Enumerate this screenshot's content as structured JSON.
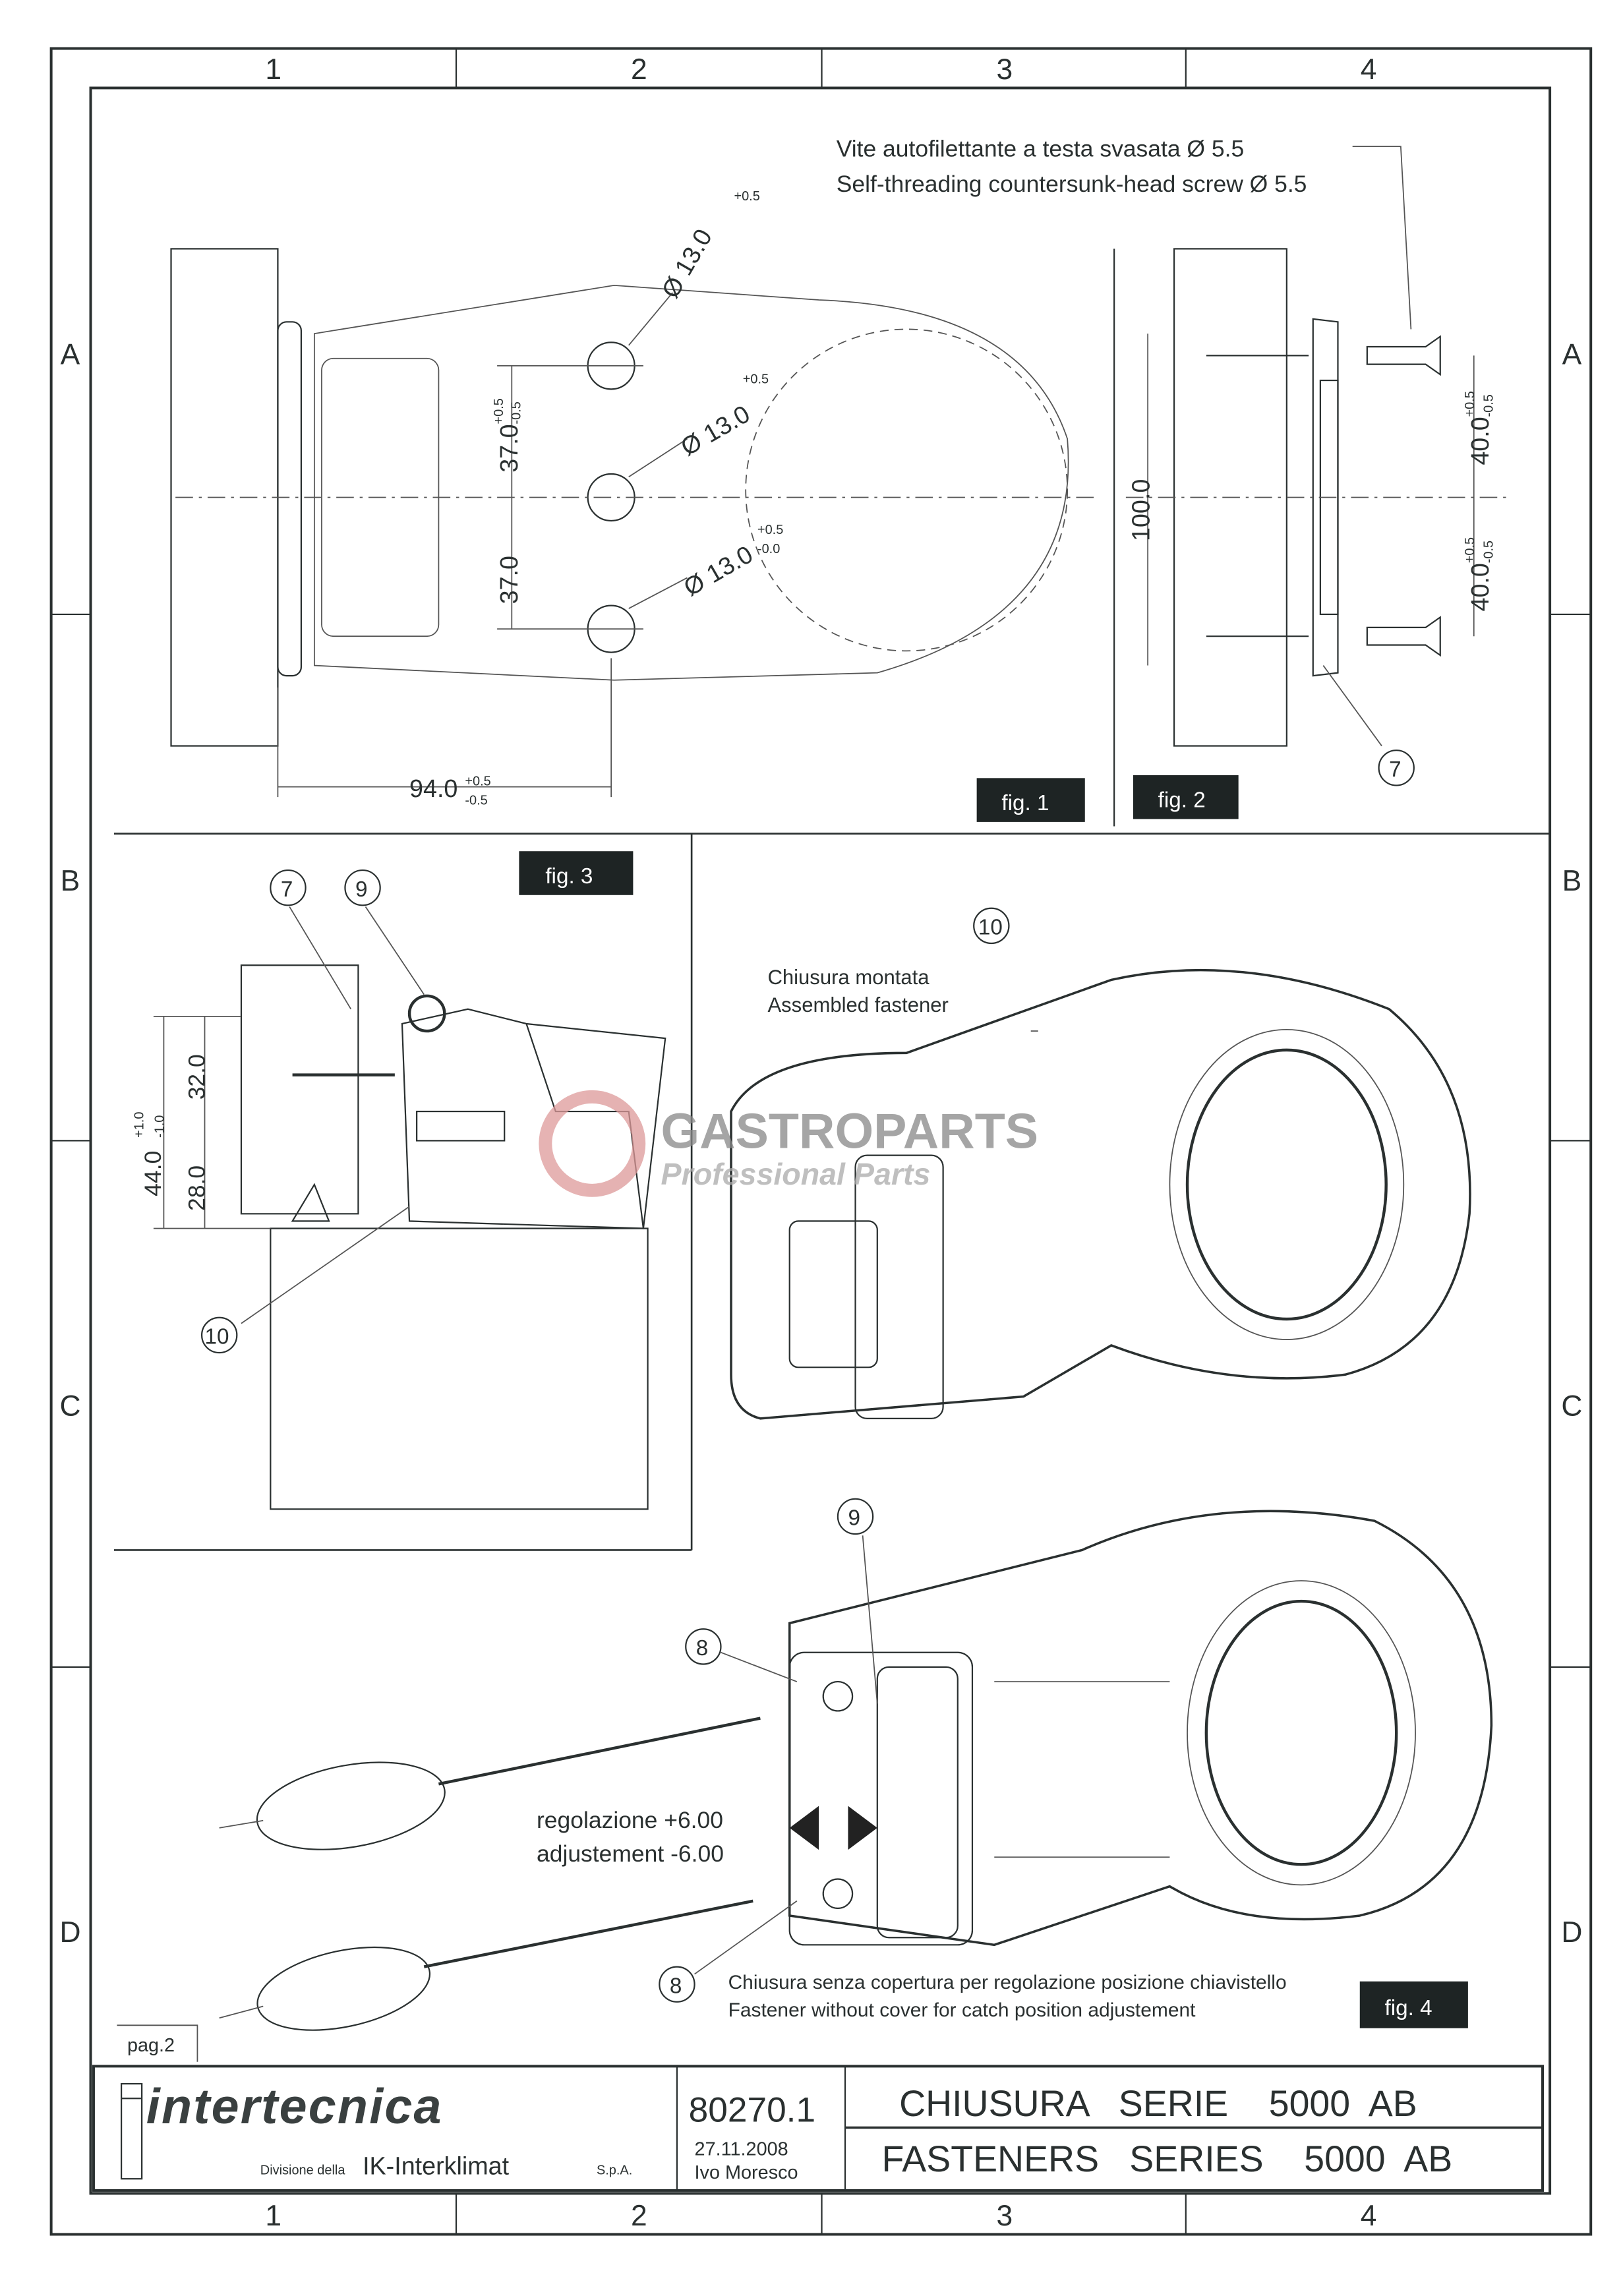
{
  "frame": {
    "columns": [
      "1",
      "2",
      "3",
      "4"
    ],
    "rows": [
      "A",
      "B",
      "C",
      "D"
    ]
  },
  "fig1": {
    "label": "fig. 1",
    "dims": {
      "hole_top": "Ø 13.0",
      "hole_mid": "Ø 13.0",
      "hole_bot": "Ø 13.0",
      "tol_plus": "+0.5",
      "tol_minus": "-0.0",
      "spacing_top": "37.0",
      "spacing_bot": "37.0",
      "sp_plus": "+0.5",
      "sp_minus": "-0.5",
      "width": "94.0",
      "w_plus": "+0.5",
      "w_minus": "-0.5"
    }
  },
  "fig2": {
    "label": "fig. 2",
    "screw_note_it": "Vite autofilettante a testa svasata Ø 5.5",
    "screw_note_en": "Self-threading countersunk-head screw Ø 5.5",
    "height": "100.0",
    "top": "40.0",
    "bot": "40.0",
    "plus": "+0.5",
    "minus": "-0.5",
    "callout": "7"
  },
  "fig3": {
    "label": "fig. 3",
    "callouts": [
      "7",
      "9",
      "10"
    ],
    "dim_32": "32.0",
    "dim_28": "28.0",
    "dim_44": "44.0",
    "tol_plus": "+1.0",
    "tol_minus": "-1.0"
  },
  "assembled": {
    "callout": "10",
    "caption_it": "Chiusura montata",
    "caption_en": "Assembled fastener"
  },
  "watermark": {
    "brand": "GASTROPARTS",
    "tagline": "Professional Parts"
  },
  "fig4": {
    "label": "fig. 4",
    "callouts": [
      "9",
      "8",
      "8"
    ],
    "adj_it": "regolazione  +6.00",
    "adj_en": "adjustement  -6.00",
    "caption_it": "Chiusura senza copertura per regolazione posizione chiavistello",
    "caption_en": "Fastener without cover for catch position adjustement"
  },
  "page": "pag.2",
  "title_block": {
    "company": "intertecnica",
    "division_prefix": "Divisione della",
    "division": "IK-Interklimat",
    "division_suffix": "S.p.A.",
    "drawing_no": "80270.1",
    "date": "27.11.2008",
    "author": "Ivo Moresco",
    "title_it": "CHIUSURA   SERIE    5000  AB",
    "title_en": "FASTENERS   SERIES    5000  AB"
  }
}
